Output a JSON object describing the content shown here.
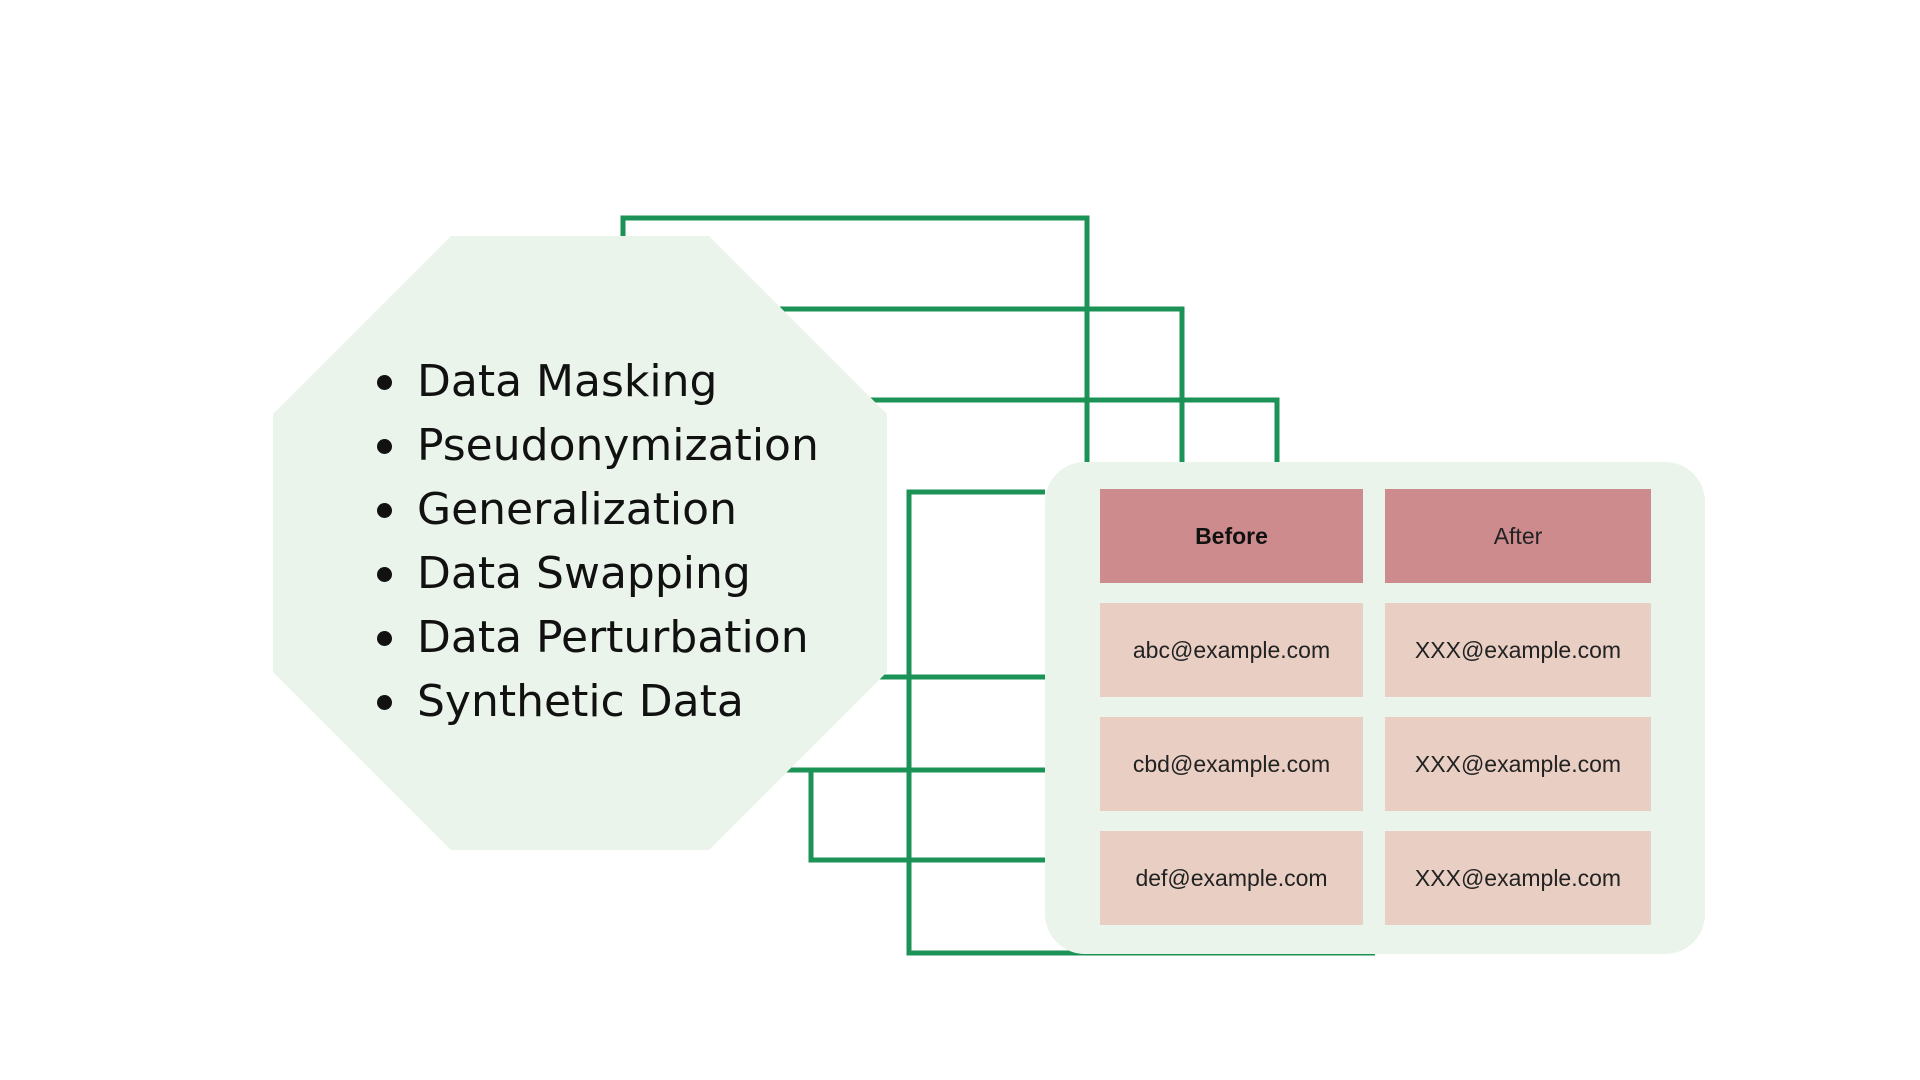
{
  "techniques": [
    "Data Masking",
    "Pseudonymization",
    "Generalization",
    "Data Swapping",
    "Data Perturbation",
    "Synthetic Data"
  ],
  "table": {
    "headers": [
      "Before",
      "After"
    ],
    "rows": [
      [
        "abc@example.com",
        "XXX@example.com"
      ],
      [
        "cbd@example.com",
        "XXX@example.com"
      ],
      [
        "def@example.com",
        "XXX@example.com"
      ]
    ]
  },
  "colors": {
    "connector": "#1b9256",
    "panel_background": "#eaf4ea",
    "header_fill": "#cd8b8e",
    "cell_fill": "#e9cfc3"
  }
}
